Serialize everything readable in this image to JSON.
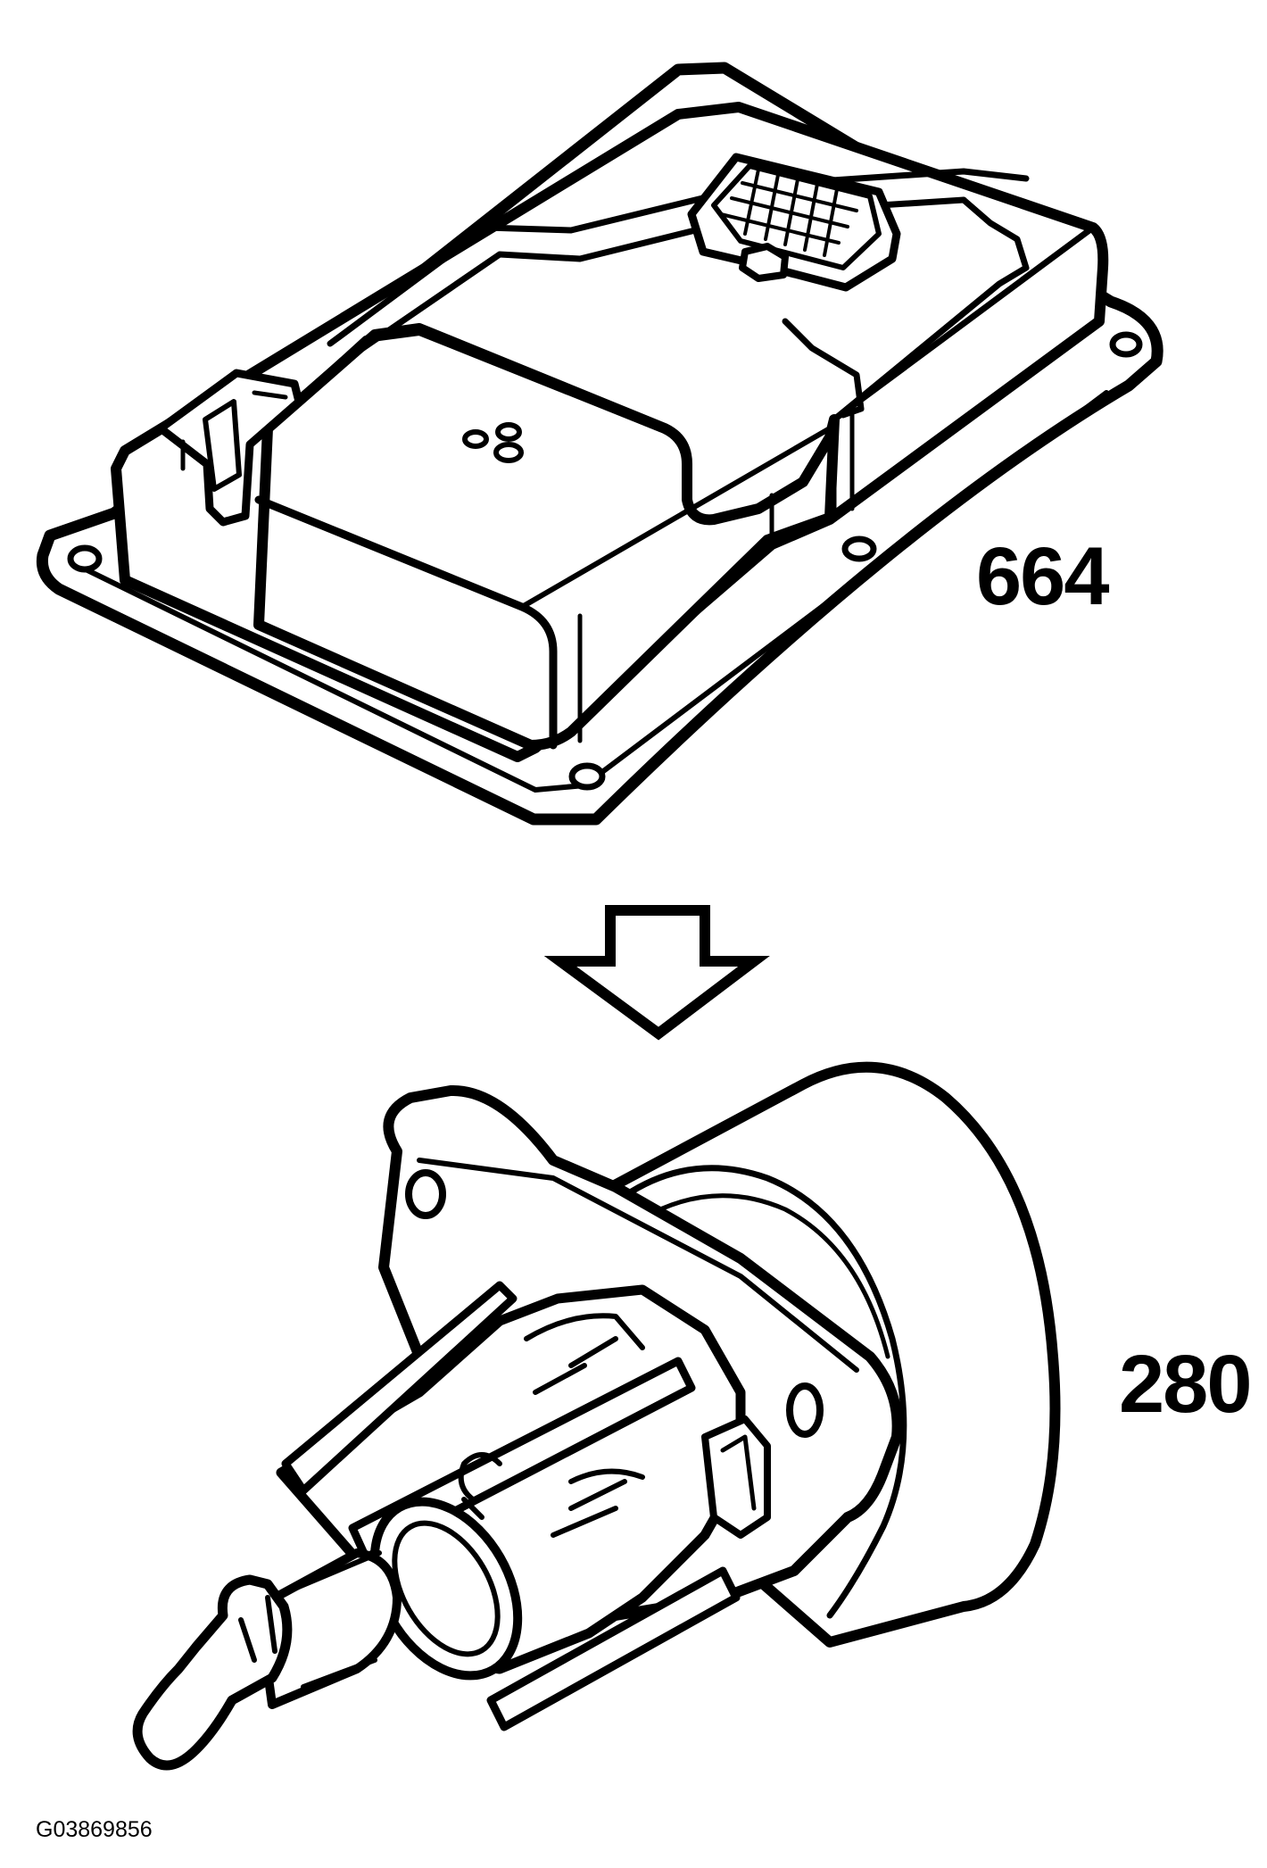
{
  "labels": {
    "upper_component_number": "664",
    "lower_component_number": "280",
    "figure_id": "G03869856"
  },
  "colors": {
    "line": "#000000",
    "background": "#ffffff"
  },
  "icons": {
    "arrow": "down-arrow-icon"
  }
}
